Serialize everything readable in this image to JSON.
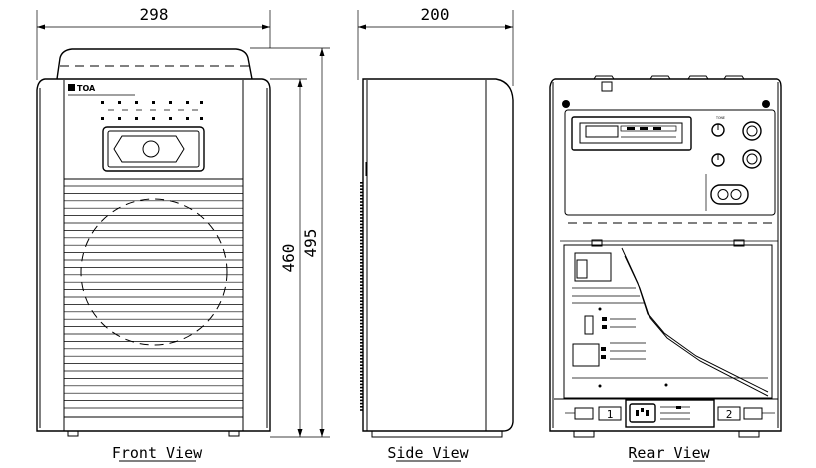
{
  "dimensions": {
    "front_width": "298",
    "side_depth": "200",
    "front_height_body": "460",
    "front_height_total": "495"
  },
  "views": {
    "front": "Front View",
    "side": "Side View",
    "rear": "Rear View"
  },
  "front_panel": {
    "logo": "TOA"
  },
  "rear_panel": {
    "tone_label": "TONE",
    "terminal_1": "1",
    "terminal_2": "2"
  },
  "line_color": "#000000"
}
